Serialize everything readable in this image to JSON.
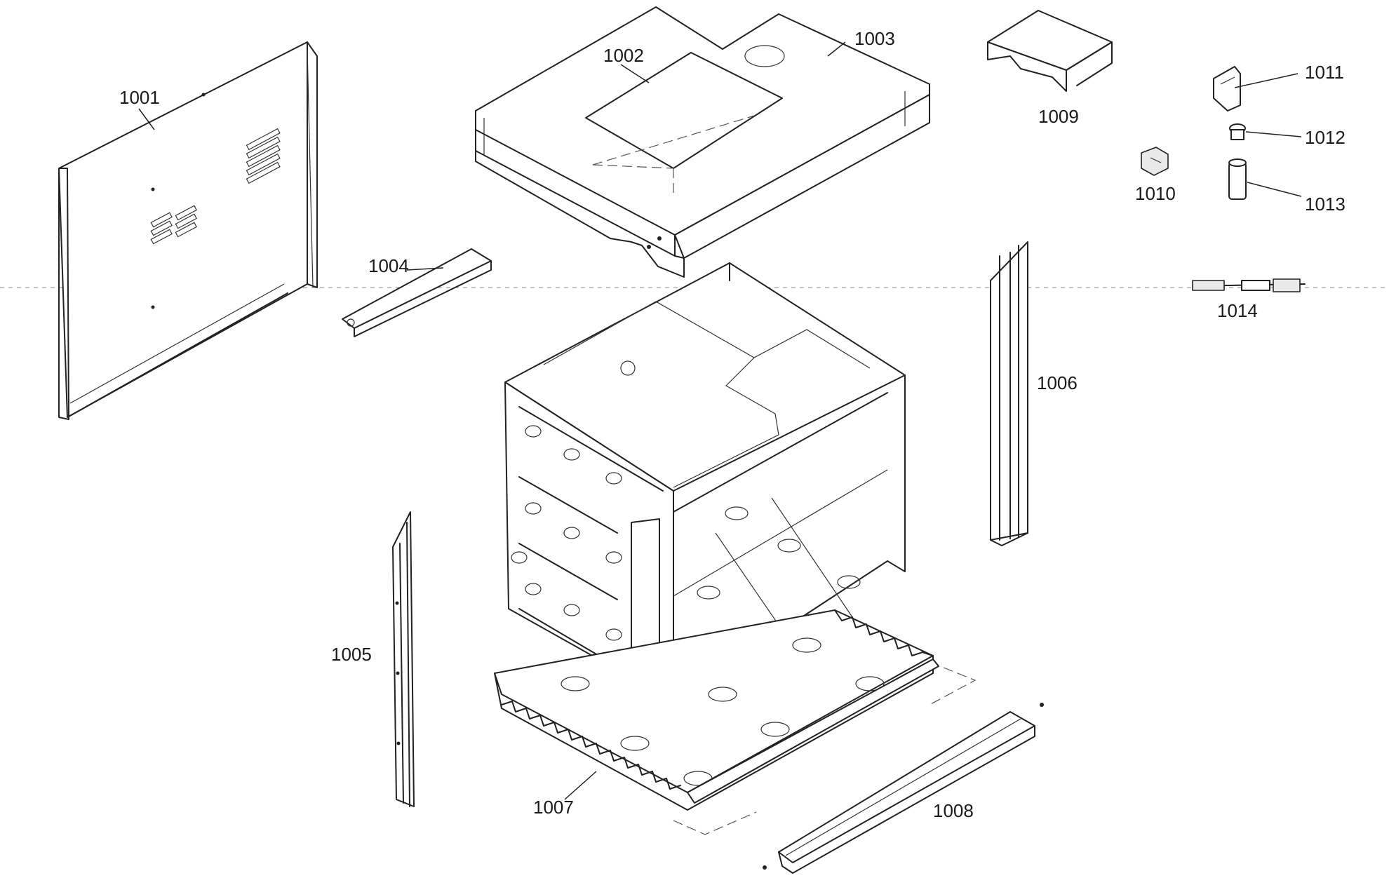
{
  "labels": {
    "p1001": "1001",
    "p1002": "1002",
    "p1003": "1003",
    "p1004": "1004",
    "p1005": "1005",
    "p1006": "1006",
    "p1007": "1007",
    "p1008": "1008",
    "p1009": "1009",
    "p1010": "1010",
    "p1011": "1011",
    "p1012": "1012",
    "p1013": "1013",
    "p1014": "1014"
  }
}
